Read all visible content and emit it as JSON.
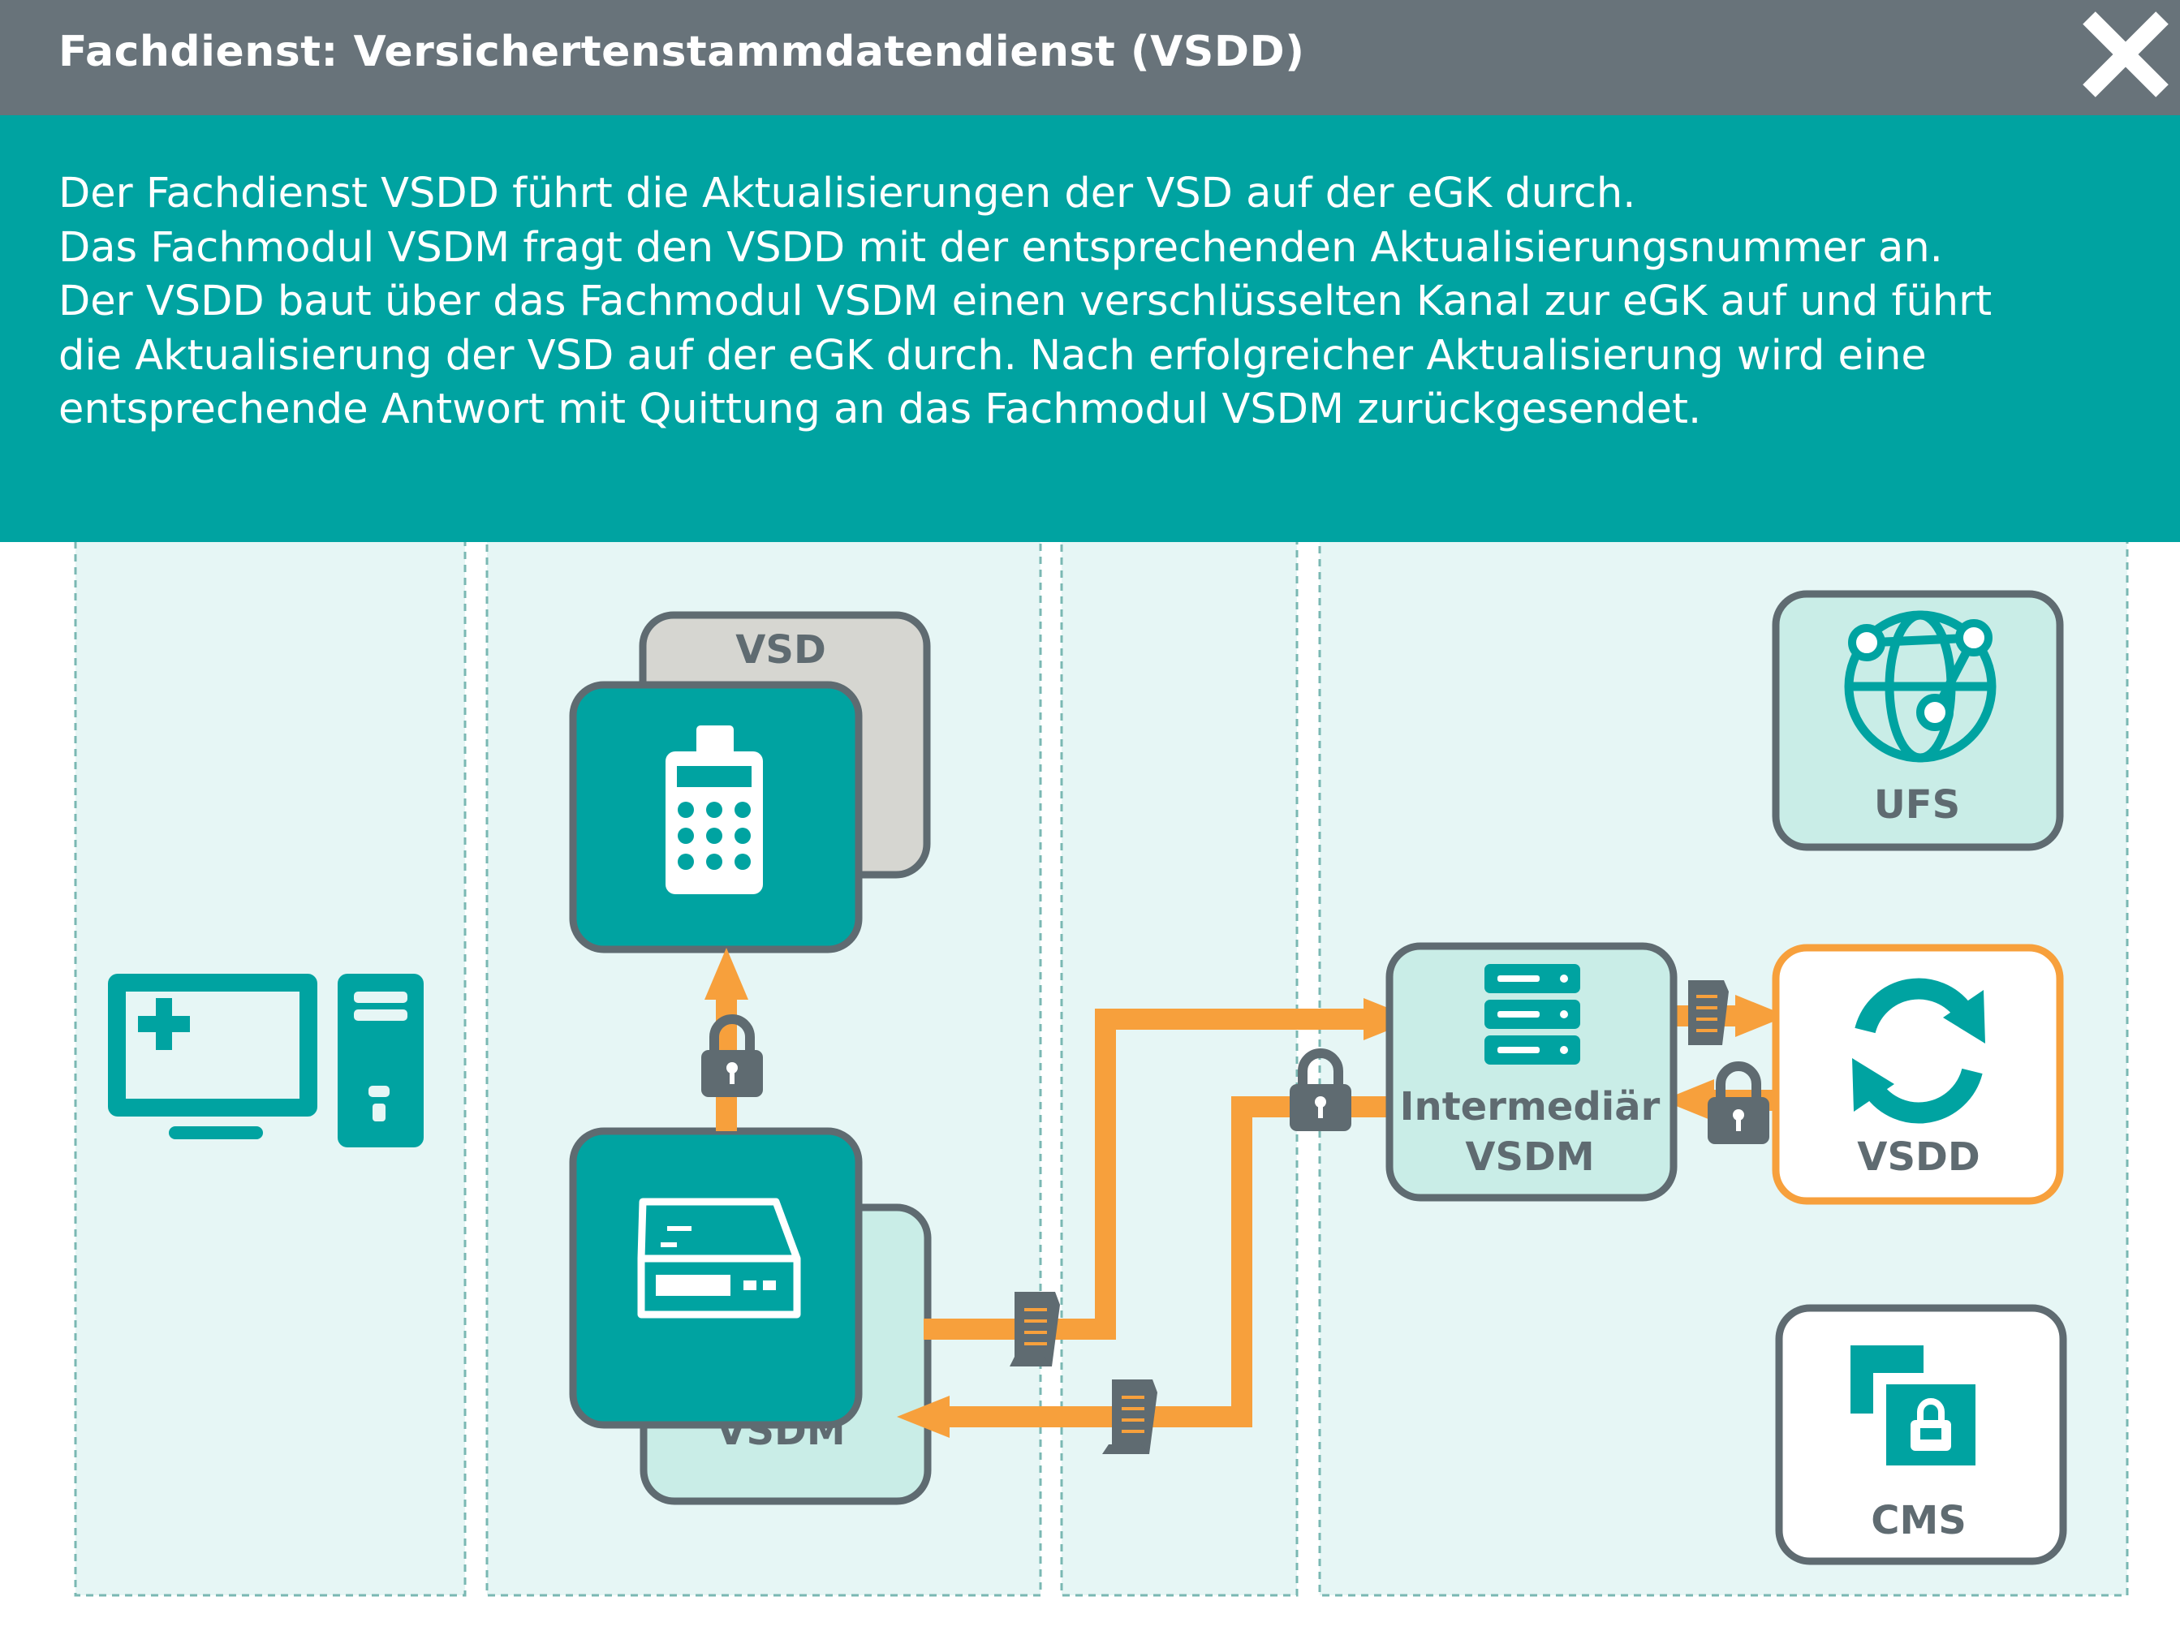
{
  "header": {
    "title": "Fachdienst: Versichertenstammdatendienst (VSDD)",
    "close_icon": "close-x-icon"
  },
  "description": {
    "lines": [
      "Der Fachdienst VSDD führt die Aktualisierungen der VSD auf der eGK durch.",
      "Das Fachmodul VSDM fragt den VSDD mit der entsprechenden Aktualisierungsnummer an.",
      "Der VSDD baut über das Fachmodul VSDM einen verschlüsselten Kanal zur eGK auf und führt",
      "die Aktualisierung der VSD auf der eGK durch. Nach erfolgreicher Aktualisierung wird eine",
      "entsprechende Antwort mit Quittung an das Fachmodul VSDM zurückgesendet."
    ]
  },
  "diagram": {
    "nodes": {
      "vsd": {
        "label": "VSD",
        "icon": "card-terminal-icon"
      },
      "vsdm": {
        "label": "VSDM",
        "icon": "connector-drive-icon"
      },
      "intermediaer": {
        "label_line1": "Intermediär",
        "label_line2": "VSDM",
        "icon": "server-icon"
      },
      "vsdd": {
        "label": "VSDD",
        "icon": "sync-arrows-icon"
      },
      "ufs": {
        "label": "UFS",
        "icon": "network-globe-icon"
      },
      "cms": {
        "label": "CMS",
        "icon": "card-lock-icon"
      },
      "workstation": {
        "icon": "medical-computer-icon"
      }
    },
    "colors": {
      "teal": "#00a3a1",
      "light_teal": "#c9ede7",
      "column_fill": "#e6f6f5",
      "border_grey": "#5f6b71",
      "arrow_orange": "#f7a03c",
      "header_grey": "#68737a"
    }
  }
}
